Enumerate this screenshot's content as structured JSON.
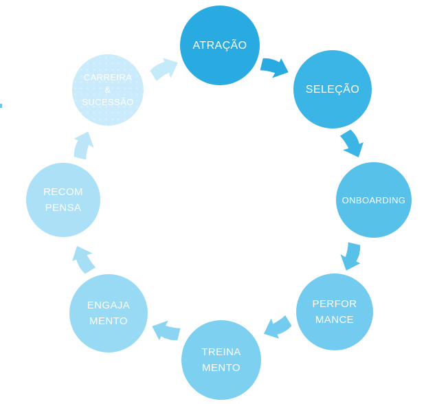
{
  "diagram": {
    "type": "cycle",
    "background": "#FFFFFF",
    "text_color": "#FFFFFF",
    "steps": [
      {
        "label": "ATRAÇÃO",
        "lines": [
          "ATRAÇÃO"
        ],
        "color": "#29ABE2"
      },
      {
        "label": "SELEÇÃO",
        "lines": [
          "SELEÇÃO"
        ],
        "color": "#3BB4E6"
      },
      {
        "label": "ONBOARDING",
        "lines": [
          "ONBOARDING"
        ],
        "color": "#58C1EA"
      },
      {
        "label": "PERFORMANCE",
        "lines": [
          "PERFOR",
          "MANCE"
        ],
        "color": "#73CCEF"
      },
      {
        "label": "TREINAMENTO",
        "lines": [
          "TREINA",
          "MENTO"
        ],
        "color": "#7DD0F0"
      },
      {
        "label": "ENGAJAMENTO",
        "lines": [
          "ENGAJA",
          "MENTO"
        ],
        "color": "#98DAF4"
      },
      {
        "label": "RECOMPENSA",
        "lines": [
          "RECOM",
          "PENSA"
        ],
        "color": "#ABE0F6"
      },
      {
        "label": "CARREIRA & SUCESSÃO",
        "lines": [
          "CARREIRA",
          "&",
          "SUCESSÃO"
        ],
        "color": "#C9EBFB"
      }
    ],
    "arrows": [
      {
        "from": "CARREIRA & SUCESSÃO",
        "to": "ATRAÇÃO",
        "color": "#C5EAF9"
      },
      {
        "from": "ATRAÇÃO",
        "to": "SELEÇÃO",
        "color": "#29ABE2"
      },
      {
        "from": "SELEÇÃO",
        "to": "ONBOARDING",
        "color": "#3BB4E6"
      },
      {
        "from": "ONBOARDING",
        "to": "PERFORMANCE",
        "color": "#58C1EA"
      },
      {
        "from": "PERFORMANCE",
        "to": "TREINAMENTO",
        "color": "#73CCEF"
      },
      {
        "from": "TREINAMENTO",
        "to": "ENGAJAMENTO",
        "color": "#8BD5F2"
      },
      {
        "from": "ENGAJAMENTO",
        "to": "RECOMPENSA",
        "color": "#A5DEF5"
      },
      {
        "from": "RECOMPENSA",
        "to": "CARREIRA & SUCESSÃO",
        "color": "#BCE6F8"
      }
    ],
    "edge_artifact_color": "#6CC7EC"
  }
}
